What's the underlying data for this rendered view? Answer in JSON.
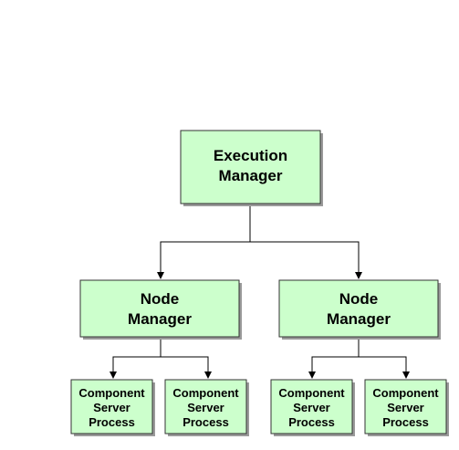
{
  "diagram": {
    "execution_manager": {
      "lines": [
        "Execution",
        "Manager"
      ]
    },
    "node_managers": [
      {
        "lines": [
          "Node",
          "Manager"
        ],
        "component_servers": [
          {
            "lines": [
              "Component",
              "Server",
              "Process"
            ]
          },
          {
            "lines": [
              "Component",
              "Server",
              "Process"
            ]
          }
        ]
      },
      {
        "lines": [
          "Node",
          "Manager"
        ],
        "component_servers": [
          {
            "lines": [
              "Component",
              "Server",
              "Process"
            ]
          },
          {
            "lines": [
              "Component",
              "Server",
              "Process"
            ]
          }
        ]
      }
    ],
    "colors": {
      "box_fill": "#ccffcc",
      "box_border": "#333333",
      "shadow": "#9a9a9a",
      "connector": "#000000"
    }
  }
}
